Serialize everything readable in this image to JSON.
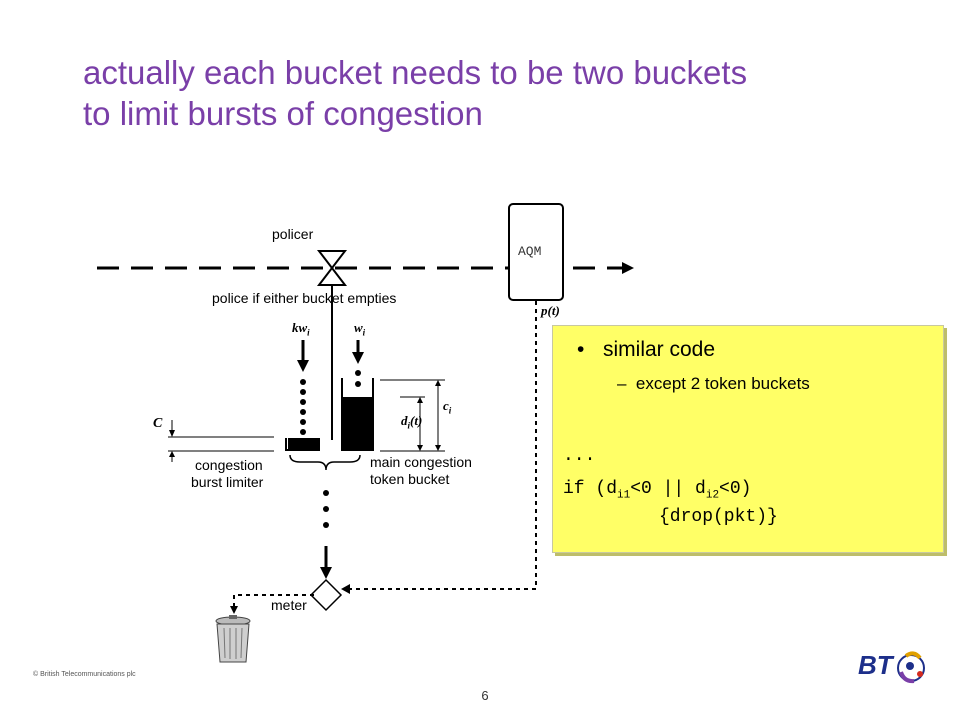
{
  "slide": {
    "title_line1": "actually each bucket needs to be two buckets",
    "title_line2": "to limit bursts of congestion",
    "copyright": "© British Telecommunications plc",
    "page_number": "6"
  },
  "diagram": {
    "policer_label": "policer",
    "aqm_label": "AQM",
    "police_label": "police if either  bucket empties",
    "p_label": "p(t)",
    "kw_label": "kw",
    "kw_sub": "i",
    "w_label": "w",
    "w_sub": "i",
    "c_label": "c",
    "c_sub": "i",
    "d_label": "d",
    "d_sub": "i",
    "d_suffix": "(t)",
    "C_label": "C",
    "burst_label_1": "congestion",
    "burst_label_2": "burst limiter",
    "main_label_1": "main congestion",
    "main_label_2": "token bucket",
    "meter_label": "meter"
  },
  "note": {
    "bullet": "similar code",
    "bullet_marker": "•",
    "sub_item": "except 2 token buckets",
    "sub_marker": "–",
    "ellipsis": "...",
    "code_if": "if (d",
    "code_sub1": "i1",
    "code_mid": "<0 || d",
    "code_sub2": "i2",
    "code_end": "<0)",
    "code_line3": "{drop(pkt)}"
  },
  "logo": {
    "text": "BT",
    "colors": [
      "#1d2f8a",
      "#7a3fa8",
      "#e0a000",
      "#d52b1e"
    ]
  }
}
